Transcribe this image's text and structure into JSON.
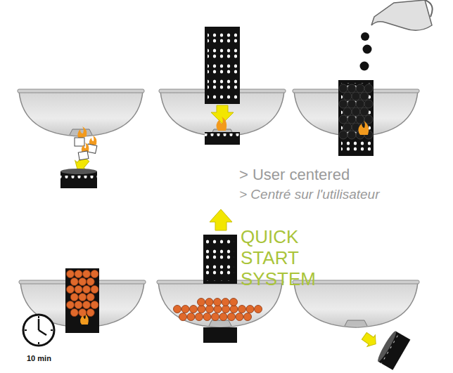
{
  "diagram": {
    "labels": [
      "> User centered",
      "> Centré sur l'utilisateur",
      "QUICK START SYSTEM",
      "10 min"
    ]
  }
}
